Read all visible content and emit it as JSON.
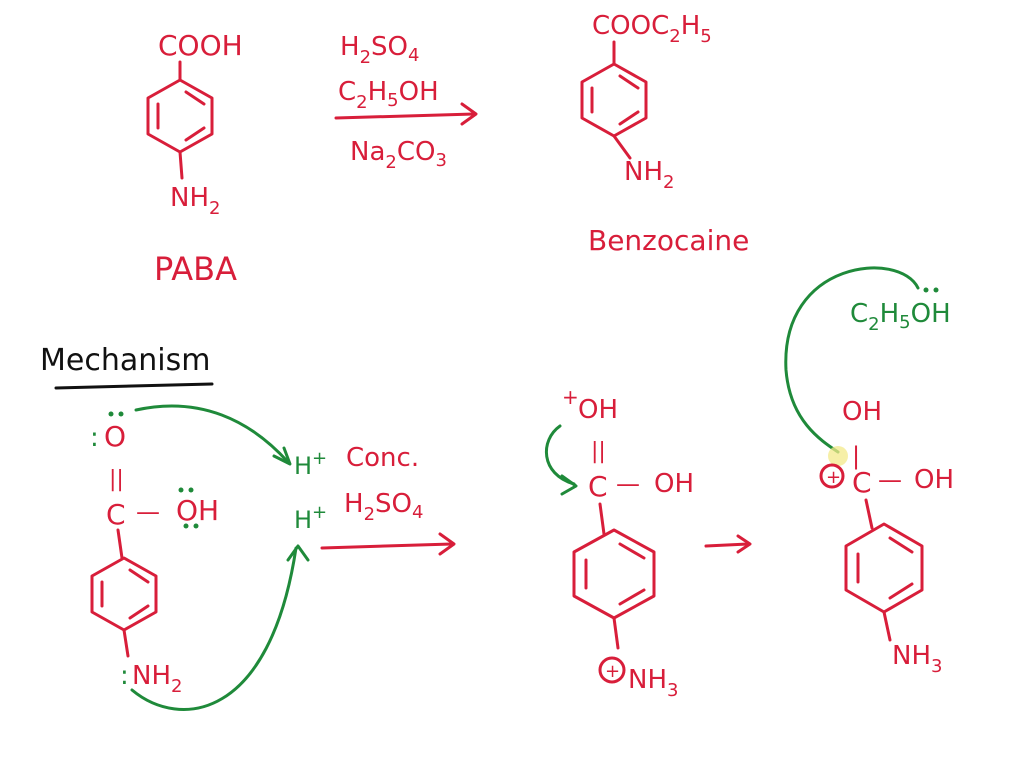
{
  "colors": {
    "reaction_ink": "#d81e3a",
    "electron_arrow_ink": "#1f8a3a",
    "heading_ink": "#111111",
    "highlight": "#f3e98a"
  },
  "reaction": {
    "reactant": {
      "top_group": "COOH",
      "bottom_group": "NH",
      "bottom_sub": "2",
      "name": "PABA"
    },
    "reagents": {
      "line1": {
        "a": "H",
        "a_sub": "2",
        "b": "SO",
        "b_sub": "4"
      },
      "line2": {
        "a": "C",
        "a_sub": "2",
        "b": "H",
        "b_sub": "5",
        "c": "OH"
      },
      "below": {
        "a": "Na",
        "a_sub": "2",
        "b": "CO",
        "b_sub": "3"
      }
    },
    "product": {
      "top_a": "COOC",
      "top_sub1": "2",
      "top_b": "H",
      "top_sub2": "5",
      "bottom_group": "NH",
      "bottom_sub": "2",
      "name": "Benzocaine"
    }
  },
  "mechanism": {
    "heading": "Mechanism",
    "step1": {
      "carbonyl_o": "O",
      "o_lone_pair": ":",
      "double_bond": "||",
      "carbon": "C",
      "dash": "—",
      "oh": "OH",
      "amine_lone_pair": ":",
      "amine": "NH",
      "amine_sub": "2"
    },
    "acid": {
      "h1": "H",
      "h1_charge": "+",
      "note1": "Conc.",
      "h2": "H",
      "h2_charge": "+",
      "acid_a": "H",
      "acid_a_sub": "2",
      "acid_b": "SO",
      "acid_b_sub": "4"
    },
    "step2": {
      "top_charge": "+",
      "top_oh": "OH",
      "double_bond": "||",
      "carbon": "C",
      "dash": "—",
      "oh": "OH",
      "amine_charge": "+",
      "amine": "NH",
      "amine_sub": "3"
    },
    "step3": {
      "nucleophile_a": "C",
      "nucleophile_a_sub": "2",
      "nucleophile_b": "H",
      "nucleophile_b_sub": "5",
      "nucleophile_c": "OH",
      "top_oh": "OH",
      "single_bond": "|",
      "carbon_charge": "+",
      "carbon": "C",
      "dash": "—",
      "oh": "OH",
      "amine": "NH",
      "amine_sub": "3"
    }
  }
}
